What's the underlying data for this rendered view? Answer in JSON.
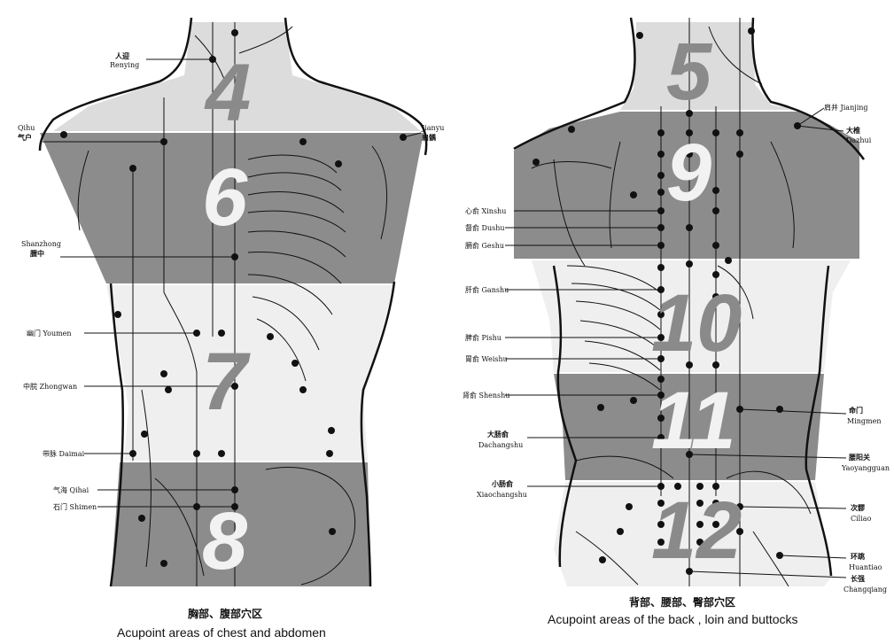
{
  "front": {
    "zones": {
      "z4": "4",
      "z6": "6",
      "z7": "7",
      "z8": "8"
    },
    "labels": {
      "renying_cn": "人迎",
      "renying_en": "Renying",
      "qihu_en": "Qihu",
      "qihu_cn": "气户",
      "jianyu_en": "Jianyu",
      "jianyu_cn": "肩髃",
      "shanzhong_en": "Shanzhong",
      "shanzhong_cn": "膻中",
      "youmen": "幽门 Youmen",
      "zhongwan": "中脘 Zhongwan",
      "daimai": "带脉 Daimai",
      "qihai": "气海 Qihai",
      "shimen": "石门 Shimen"
    },
    "caption_cn": "胸部、腹部穴区",
    "caption_en": "Acupoint areas of chest and abdomen"
  },
  "back": {
    "zones": {
      "z5": "5",
      "z9": "9",
      "z10": "10",
      "z11": "11",
      "z12": "12"
    },
    "labels": {
      "jianjing": "肩井 Jianjing",
      "dazhui_cn": "大椎",
      "dazhui_en": "Dazhui",
      "xinshu": "心俞 Xinshu",
      "dushu": "督俞 Dushu",
      "geshu": "膈俞 Geshu",
      "ganshu": "肝俞 Ganshu",
      "pishu": "脾俞 Pishu",
      "weishu": "胃俞 Weishu",
      "shenshu": "肾俞 Shenshu",
      "dachangshu_cn": "大肠俞",
      "dachangshu_en": "Dachangshu",
      "xiaochangshu_cn": "小肠俞",
      "xiaochangshu_en": "Xiaochangshu",
      "mingmen_cn": "命门",
      "mingmen_en": "Mingmen",
      "yaoyangguan_cn": "腰阳关",
      "yaoyangguan_en": "Yaoyangguan",
      "ciliao_cn": "次髎",
      "ciliao_en": "Ciliao",
      "huantiao_cn": "环跳",
      "huantiao_en": "Huantiao",
      "changqiang_cn": "长强",
      "changqiang_en": "Changqiang"
    },
    "caption_cn": "背部、腰部、臀部穴区",
    "caption_en": "Acupoint areas of the back , loin and buttocks"
  },
  "colors": {
    "light_band": "#dcdcdc",
    "dark_band": "#8c8c8c",
    "pale_band": "#efefef",
    "zone_num_dark": "#8a8a8a",
    "zone_num_light": "#f2f2f2"
  }
}
